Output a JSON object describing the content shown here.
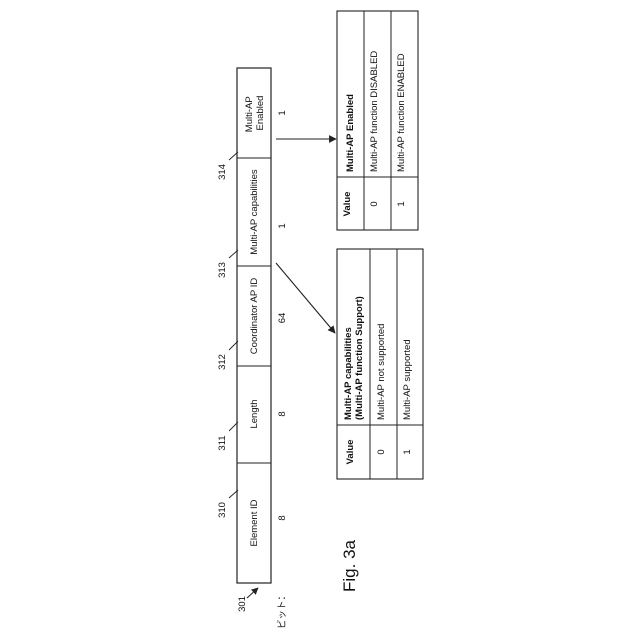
{
  "figure_label": "Fig. 3a",
  "bits_label": "ビット：",
  "frame_ref": "301",
  "fields": [
    {
      "ref": "310",
      "name_lines": [
        "Element ID"
      ],
      "bits": "8"
    },
    {
      "ref": "311",
      "name_lines": [
        "Length"
      ],
      "bits": "8"
    },
    {
      "ref": "312",
      "name_lines": [
        "Coordinator AP ID"
      ],
      "bits": "64"
    },
    {
      "ref": "313",
      "name_lines": [
        "Multi-AP capabilities"
      ],
      "bits": "1"
    },
    {
      "ref": "314",
      "name_lines": [
        "Multi-AP",
        "Enabled"
      ],
      "bits": "1"
    }
  ],
  "capabilities_table": {
    "header_value": "Value",
    "header_desc_lines": [
      "Multi-AP capabilities",
      "(Multi-AP function Support)"
    ],
    "rows": [
      {
        "value": "0",
        "desc": "Multi-AP not supported"
      },
      {
        "value": "1",
        "desc": "Multi-AP supported"
      }
    ]
  },
  "enabled_table": {
    "header_value": "Value",
    "header_desc_lines": [
      "Multi-AP Enabled"
    ],
    "rows": [
      {
        "value": "0",
        "desc": "Multi-AP function DISABLED"
      },
      {
        "value": "1",
        "desc": "Multi-AP function ENABLED"
      }
    ]
  },
  "colors": {
    "line": "#222222",
    "text": "#111111",
    "background": "#ffffff"
  }
}
